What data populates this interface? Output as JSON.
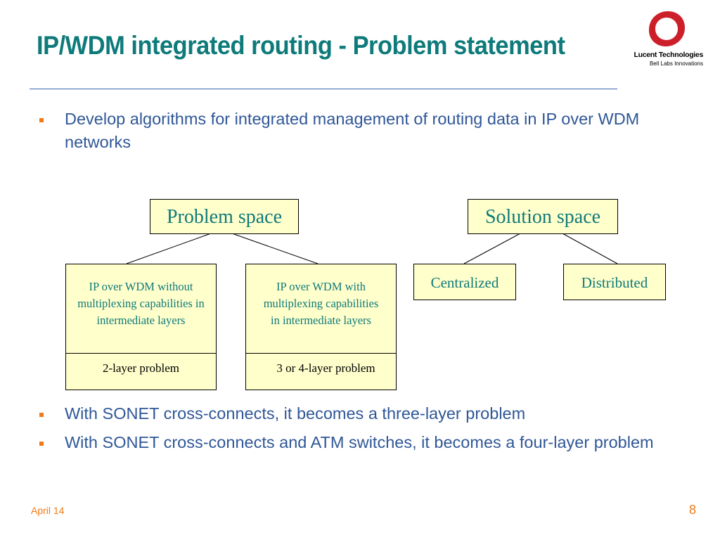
{
  "slide": {
    "title": "IP/WDM integrated routing - Problem statement"
  },
  "logo": {
    "company": "Lucent Technologies",
    "tagline": "Bell Labs Innovations",
    "ring_color": "#cc1f2a"
  },
  "bullets": [
    "Develop algorithms for integrated management of routing data in IP over WDM networks",
    "With SONET cross-connects, it becomes a three-layer problem",
    "With SONET cross-connects and ATM switches, it becomes a four-layer problem"
  ],
  "diagram": {
    "problem_space": {
      "label": "Problem space",
      "children": [
        {
          "description": "IP over WDM without multiplexing capabilities in intermediate layers",
          "footer": "2-layer problem"
        },
        {
          "description": "IP over WDM with multiplexing capabilities in intermediate layers",
          "footer": "3 or 4-layer problem"
        }
      ]
    },
    "solution_space": {
      "label": "Solution space",
      "children": [
        {
          "label": "Centralized"
        },
        {
          "label": "Distributed"
        }
      ]
    }
  },
  "footer": {
    "date": "April 14",
    "page": "8"
  },
  "colors": {
    "title": "#0e7a7a",
    "bullet_text": "#2f5797",
    "bullet_marker": "#f07a18",
    "box_fill": "#ffffcc",
    "box_text": "#0f7a7a",
    "rule": "#3a66b0"
  }
}
